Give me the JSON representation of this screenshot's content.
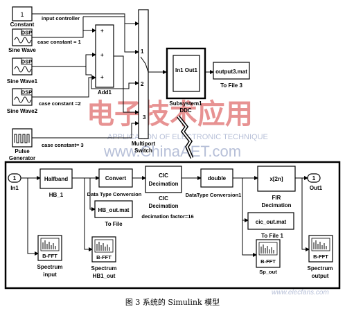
{
  "top_blocks": {
    "constant": {
      "value": "1",
      "label": "Constant"
    },
    "input_controller": "input controller",
    "sine1": {
      "icon": "DSP",
      "label": "Sine Wave"
    },
    "sine2": {
      "icon": "DSP",
      "label": "Sine Wave1"
    },
    "sine3": {
      "icon": "DSP",
      "label": "Sine Wave2"
    },
    "case1": "case constant = 1",
    "case2": "case constant =2",
    "case3": "case constant= 3",
    "add": {
      "label": "Add1",
      "signs": [
        "+",
        "+",
        "+"
      ]
    },
    "pulse": {
      "label1": "Pulse",
      "label2": "Generator"
    },
    "multiport": {
      "label1": "Multiport",
      "label2": "Switch",
      "ports": [
        "1",
        "2",
        "3"
      ]
    },
    "subsystem": {
      "inner": "In1 Out1",
      "label": "Subsystem1",
      "sub_label": "DDC"
    },
    "to_file3": {
      "value": "output3.mat",
      "label": "To File 3"
    }
  },
  "bottom_blocks": {
    "in1": {
      "port": "1",
      "label": "In1"
    },
    "out1": {
      "port": "1",
      "label": "Out1"
    },
    "halfband": {
      "value": "Halfband",
      "label": "HB_1"
    },
    "convert": {
      "value": "Convert",
      "label": "Data Type Conversion"
    },
    "cic": {
      "value1": "CIC",
      "value2": "Decimation",
      "label1": "CIC",
      "label2": "Decimation",
      "label3": "decimation factor=16"
    },
    "double": {
      "value": "double",
      "label": "DataType Conversion1"
    },
    "fir": {
      "value": "x[2n]",
      "label1": "FIR",
      "label2": "Decimation"
    },
    "hb_out": {
      "value": "HB_out.mat",
      "label": "To File"
    },
    "cic_out": {
      "value": "cic_out.mat",
      "label": "To File 1"
    },
    "spec_in": {
      "label1": "Spectrum",
      "label2": "input",
      "icon": "B-FFT"
    },
    "spec_hb": {
      "label1": "Spectrum",
      "label2": "HB1_out",
      "icon": "B-FFT"
    },
    "spec_mid": {
      "label": "Sp_out",
      "icon": "B-FFT"
    },
    "spec_out": {
      "label1": "Spectrum",
      "label2": "output",
      "icon": "B-FFT"
    }
  },
  "watermark": {
    "chinese": "电子技术应用",
    "english": "APPLICATION OF ELECTRONIC TECHNIQUE",
    "url": "www.ChinaAET.com",
    "elecfans": "www.elecfans.com"
  },
  "caption": "图 3  系统的 Simulink 模型"
}
